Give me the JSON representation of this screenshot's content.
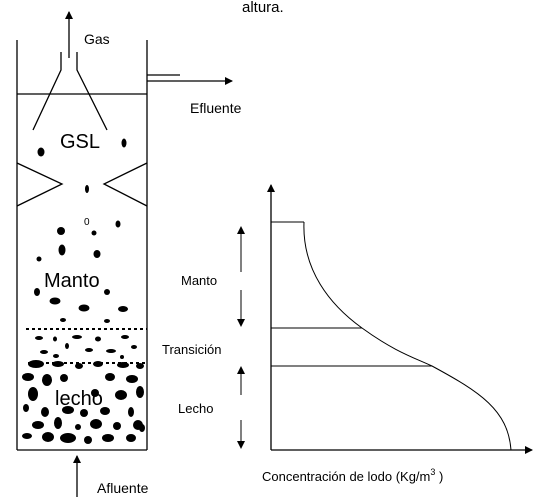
{
  "header_fragment": "altura.",
  "reactor": {
    "gas_label": "Gas",
    "effluent_label": "Efluente",
    "gsl_label": "GSL",
    "small_label": "0",
    "manto_label": "Manto",
    "lecho_label": "lecho",
    "inflow_label": "Afluente"
  },
  "profile": {
    "manto_label": "Manto",
    "transicion_label": "Transición",
    "lecho_label": "Lecho",
    "x_label": "Concentración de lodo (Kg/m",
    "x_label_sup": "3",
    "x_label_end": " )"
  }
}
